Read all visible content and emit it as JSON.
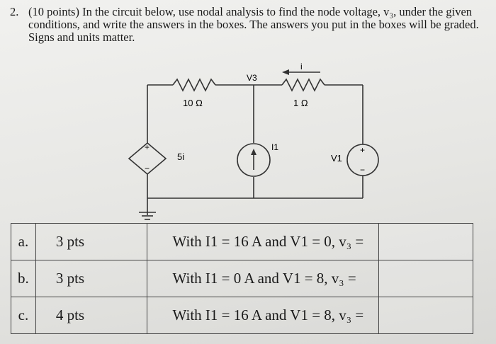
{
  "problem": {
    "number": "2.",
    "text": "(10 points) In the circuit below, use nodal analysis to find the node voltage, v₃, under the given conditions, and write the answers in the boxes. The answers you put in the boxes will be graded. Signs and units matter."
  },
  "circuit": {
    "r1_label": "10 Ω",
    "r2_label": "1 Ω",
    "node_label": "V3",
    "current_label": "i",
    "dep_source_label": "5i",
    "dep_plus": "+",
    "dep_minus": "−",
    "i1_label": "I1",
    "v1_label": "V1",
    "v1_plus": "+",
    "v1_minus": "−"
  },
  "answers": [
    {
      "letter": "a.",
      "points": "3 pts",
      "condition": "With I1 = 16 A and V1 = 0, v₃ =",
      "answer": ""
    },
    {
      "letter": "b.",
      "points": "3 pts",
      "condition": "With I1 = 0 A and V1 = 8, v₃ =",
      "answer": ""
    },
    {
      "letter": "c.",
      "points": "4 pts",
      "condition": "With I1 = 16 A and V1 = 8, v₃ =",
      "answer": ""
    }
  ]
}
